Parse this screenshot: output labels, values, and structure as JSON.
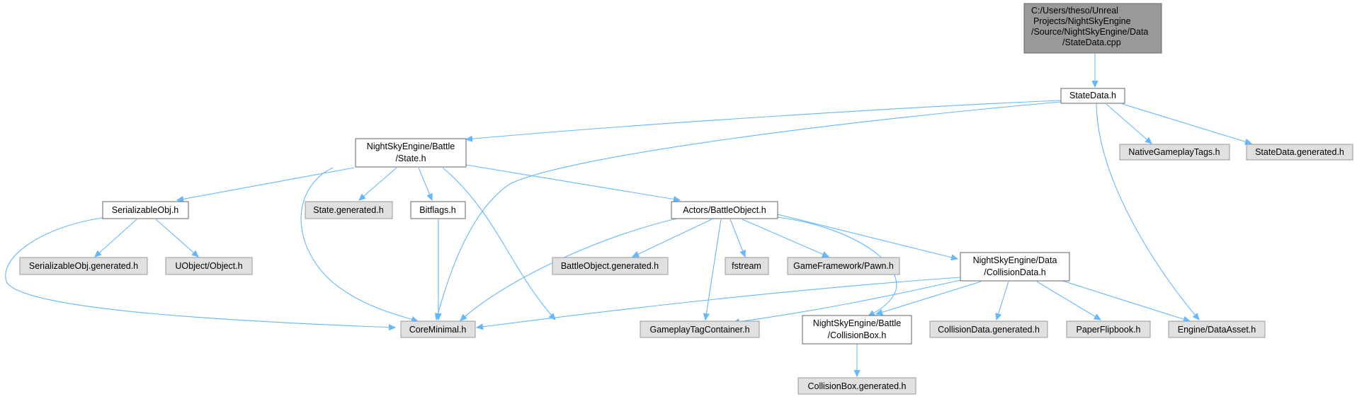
{
  "graph": {
    "root": "C:/Users/theso/Unreal Projects/NightSkyEngine /Source/NightSkyEngine/Data /StateData.cpp",
    "nodes": {
      "statedata_h": "StateData.h",
      "state_h": "NightSkyEngine/Battle /State.h",
      "nativegameplaytags_h": "NativeGameplayTags.h",
      "statedata_generated_h": "StateData.generated.h",
      "serializableobj_h": "SerializableObj.h",
      "state_generated_h": "State.generated.h",
      "bitflags_h": "Bitflags.h",
      "battleobject_h": "Actors/BattleObject.h",
      "serializableobj_generated_h": "SerializableObj.generated.h",
      "uobject_object_h": "UObject/Object.h",
      "battleobject_generated_h": "BattleObject.generated.h",
      "fstream": "fstream",
      "gameframework_pawn_h": "GameFramework/Pawn.h",
      "collisiondata_h": "NightSkyEngine/Data /CollisionData.h",
      "coreminimal_h": "CoreMinimal.h",
      "gameplaytagcontainer_h": "GameplayTagContainer.h",
      "collisionbox_h": "NightSkyEngine/Battle /CollisionBox.h",
      "collisiondata_generated_h": "CollisionData.generated.h",
      "paperflipbook_h": "PaperFlipbook.h",
      "engine_dataasset_h": "Engine/DataAsset.h",
      "collisionbox_generated_h": "CollisionBox.generated.h"
    },
    "root_lines": [
      "C:/Users/theso/Unreal",
      "Projects/NightSkyEngine",
      "/Source/NightSkyEngine/Data",
      "/StateData.cpp"
    ],
    "state_lines": [
      "NightSkyEngine/Battle",
      "/State.h"
    ],
    "collisiondata_lines": [
      "NightSkyEngine/Data",
      "/CollisionData.h"
    ],
    "collisionbox_lines": [
      "NightSkyEngine/Battle",
      "/CollisionBox.h"
    ],
    "colors": {
      "edge": "#63b8ff",
      "node_border": "#666666",
      "external_fill": "#e0e0e0",
      "root_fill": "#999999"
    }
  }
}
